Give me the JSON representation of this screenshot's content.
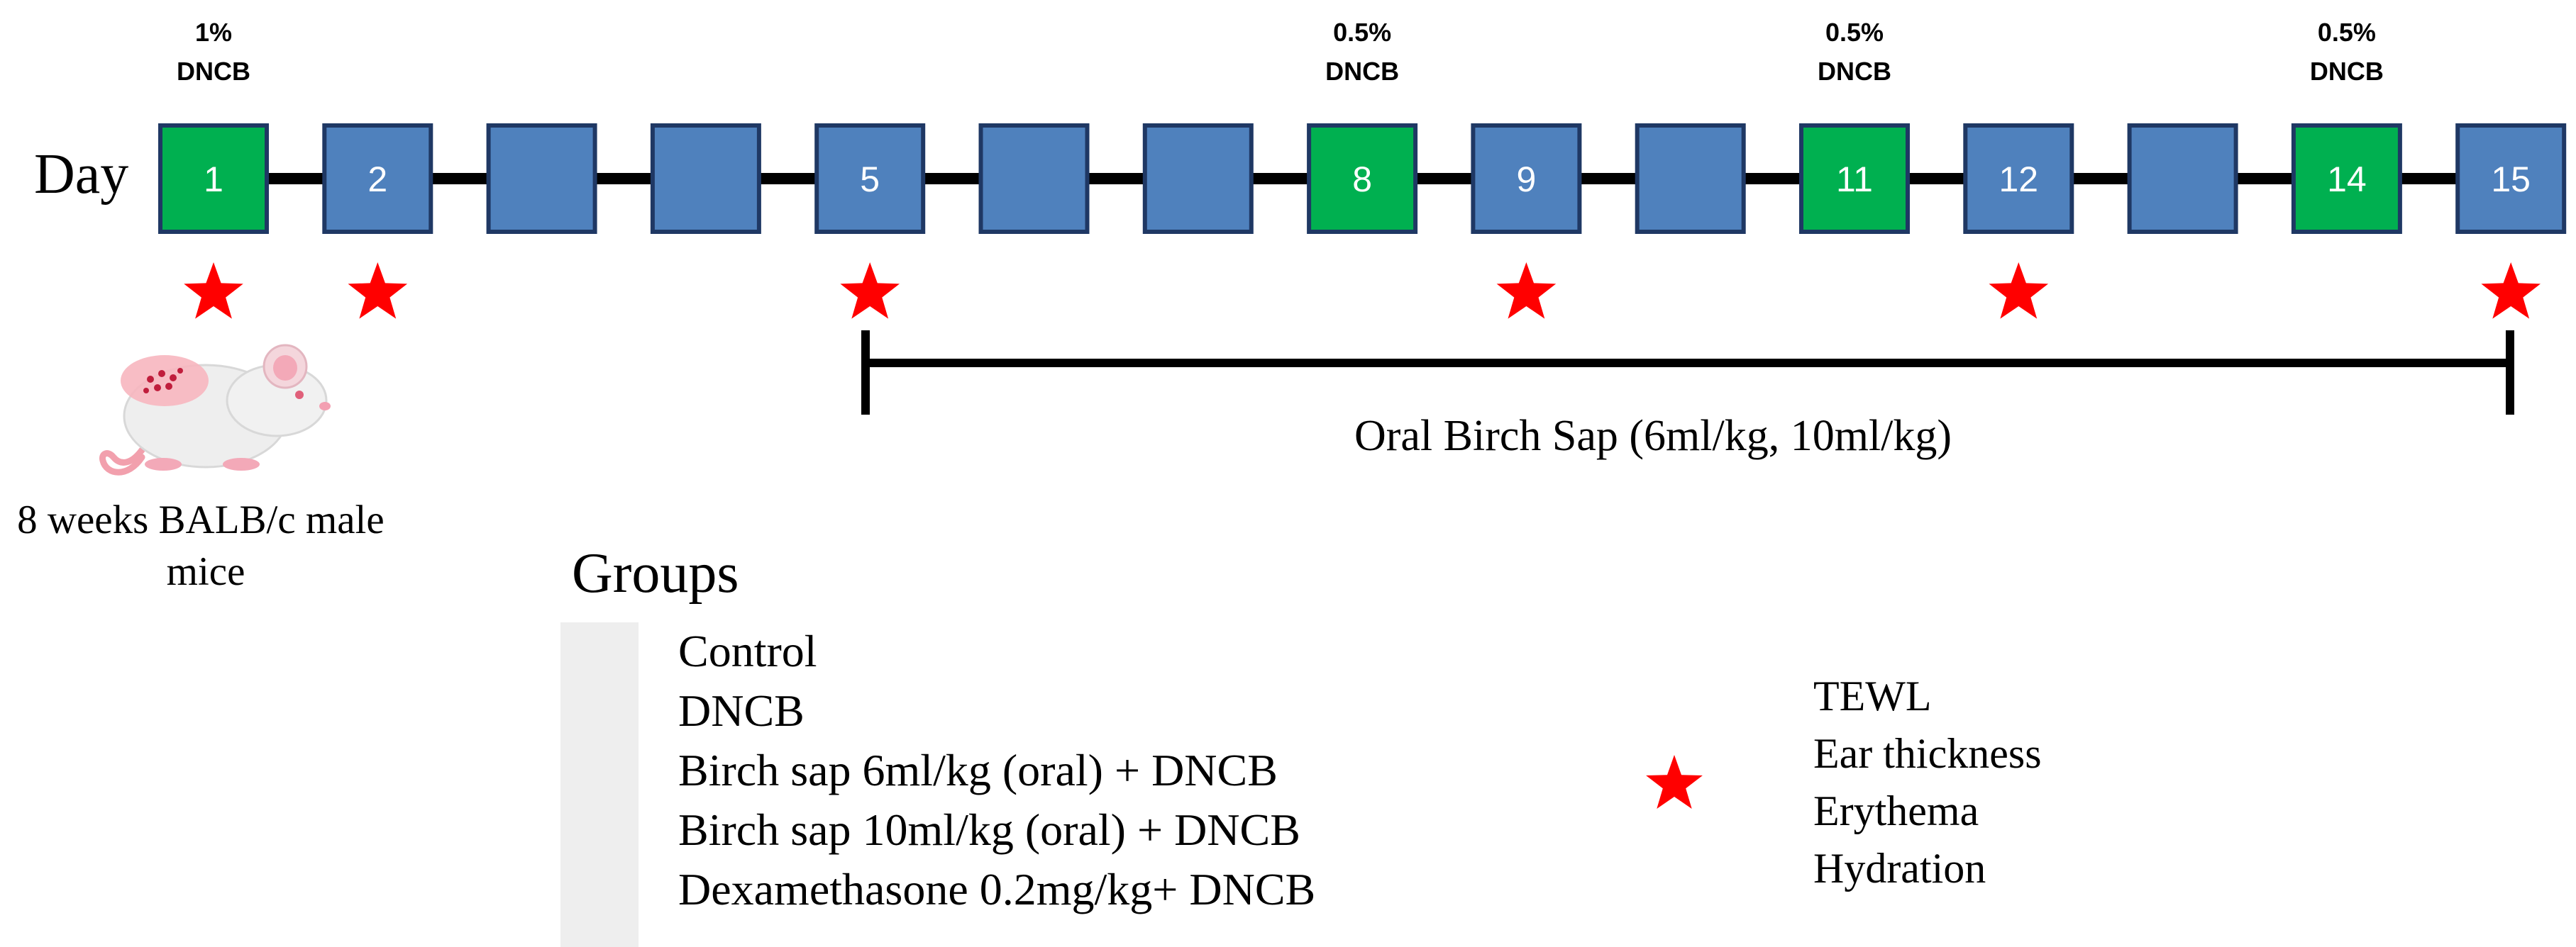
{
  "timeline": {
    "axis_label": "Day",
    "days": [
      {
        "label": "1",
        "dose_lines": [
          "1%",
          "DNCB"
        ],
        "fill": "green",
        "star": true
      },
      {
        "label": "2",
        "dose_lines": [],
        "fill": "blue",
        "star": true
      },
      {
        "label": "",
        "dose_lines": [],
        "fill": "blue",
        "star": false
      },
      {
        "label": "",
        "dose_lines": [],
        "fill": "blue",
        "star": false
      },
      {
        "label": "5",
        "dose_lines": [],
        "fill": "blue",
        "star": true
      },
      {
        "label": "",
        "dose_lines": [],
        "fill": "blue",
        "star": false
      },
      {
        "label": "",
        "dose_lines": [],
        "fill": "blue",
        "star": false
      },
      {
        "label": "8",
        "dose_lines": [
          "0.5%",
          "DNCB"
        ],
        "fill": "green",
        "star": false
      },
      {
        "label": "9",
        "dose_lines": [],
        "fill": "blue",
        "star": true
      },
      {
        "label": "",
        "dose_lines": [],
        "fill": "blue",
        "star": false
      },
      {
        "label": "11",
        "dose_lines": [
          "0.5%",
          "DNCB"
        ],
        "fill": "green",
        "star": false
      },
      {
        "label": "12",
        "dose_lines": [],
        "fill": "blue",
        "star": true
      },
      {
        "label": "",
        "dose_lines": [],
        "fill": "blue",
        "star": false
      },
      {
        "label": "14",
        "dose_lines": [
          "0.5%",
          "DNCB"
        ],
        "fill": "green",
        "star": false
      },
      {
        "label": "15",
        "dose_lines": [],
        "fill": "blue",
        "star": true
      }
    ]
  },
  "treatment_bar": {
    "label": "Oral Birch Sap (6ml/kg, 10ml/kg)",
    "start_day": "5",
    "end_day": "15"
  },
  "animal": {
    "caption_lines": [
      "8 weeks BALB/c male",
      "mice"
    ],
    "icon": "mouse-icon"
  },
  "groups": {
    "title": "Groups",
    "items": [
      "Control",
      "DNCB",
      "Birch sap 6ml/kg (oral) + DNCB",
      "Birch sap 10ml/kg (oral) + DNCB",
      "Dexamethasone 0.2mg/kg+ DNCB"
    ]
  },
  "legend": {
    "icon": "star-icon",
    "items": [
      "TEWL",
      "Ear thickness",
      "Erythema",
      "Hydration"
    ]
  },
  "colors": {
    "green": "#00b050",
    "blue": "#4f81bd",
    "star": "#ff0000",
    "outline": "#1f3864",
    "line": "#000000",
    "panel": "#eeeeee"
  }
}
